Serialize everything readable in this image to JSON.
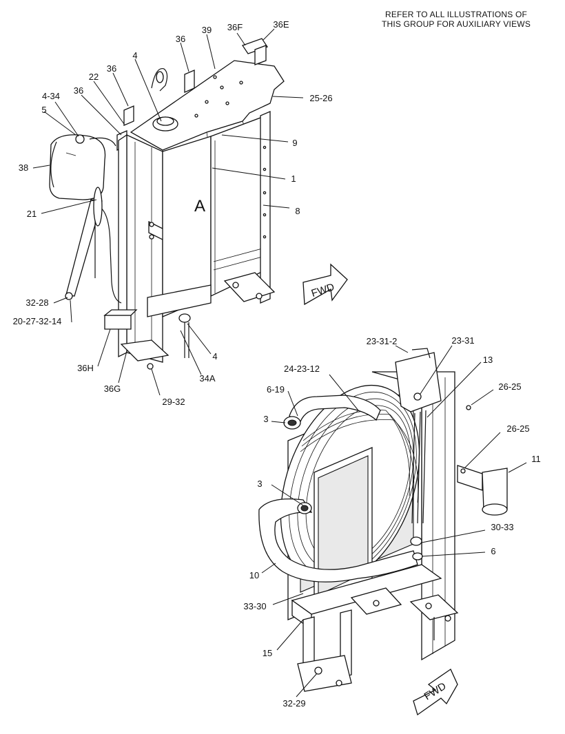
{
  "note": {
    "line1": "REFER TO ALL ILLUSTRATIONS OF",
    "line2": "THIS GROUP FOR AUXILIARY VIEWS"
  },
  "view_label": "A",
  "fwd_label": "FWD",
  "callouts_upper": [
    {
      "id": "36F",
      "text": "36F"
    },
    {
      "id": "36E",
      "text": "36E"
    },
    {
      "id": "39",
      "text": "39"
    },
    {
      "id": "36a",
      "text": "36"
    },
    {
      "id": "4a",
      "text": "4"
    },
    {
      "id": "36b",
      "text": "36"
    },
    {
      "id": "22",
      "text": "22"
    },
    {
      "id": "36c",
      "text": "36"
    },
    {
      "id": "4-34",
      "text": "4-34"
    },
    {
      "id": "5",
      "text": "5"
    },
    {
      "id": "38",
      "text": "38"
    },
    {
      "id": "21",
      "text": "21"
    },
    {
      "id": "25-26",
      "text": "25-26"
    },
    {
      "id": "9",
      "text": "9"
    },
    {
      "id": "1",
      "text": "1"
    },
    {
      "id": "8",
      "text": "8"
    },
    {
      "id": "32-28",
      "text": "32-28"
    },
    {
      "id": "20-27-32-14",
      "text": "20-27-32-14"
    },
    {
      "id": "4b",
      "text": "4"
    },
    {
      "id": "36H",
      "text": "36H"
    },
    {
      "id": "34A",
      "text": "34A"
    },
    {
      "id": "36G",
      "text": "36G"
    },
    {
      "id": "29-32",
      "text": "29-32"
    }
  ],
  "callouts_lower": [
    {
      "id": "23-31-2",
      "text": "23-31-2"
    },
    {
      "id": "23-31",
      "text": "23-31"
    },
    {
      "id": "24-23-12",
      "text": "24-23-12"
    },
    {
      "id": "13",
      "text": "13"
    },
    {
      "id": "6-19",
      "text": "6-19"
    },
    {
      "id": "26-25a",
      "text": "26-25"
    },
    {
      "id": "3a",
      "text": "3"
    },
    {
      "id": "26-25b",
      "text": "26-25"
    },
    {
      "id": "11",
      "text": "11"
    },
    {
      "id": "3b",
      "text": "3"
    },
    {
      "id": "30-33",
      "text": "30-33"
    },
    {
      "id": "6",
      "text": "6"
    },
    {
      "id": "10",
      "text": "10"
    },
    {
      "id": "33-30",
      "text": "33-30"
    },
    {
      "id": "15",
      "text": "15"
    },
    {
      "id": "32-29",
      "text": "32-29"
    }
  ]
}
